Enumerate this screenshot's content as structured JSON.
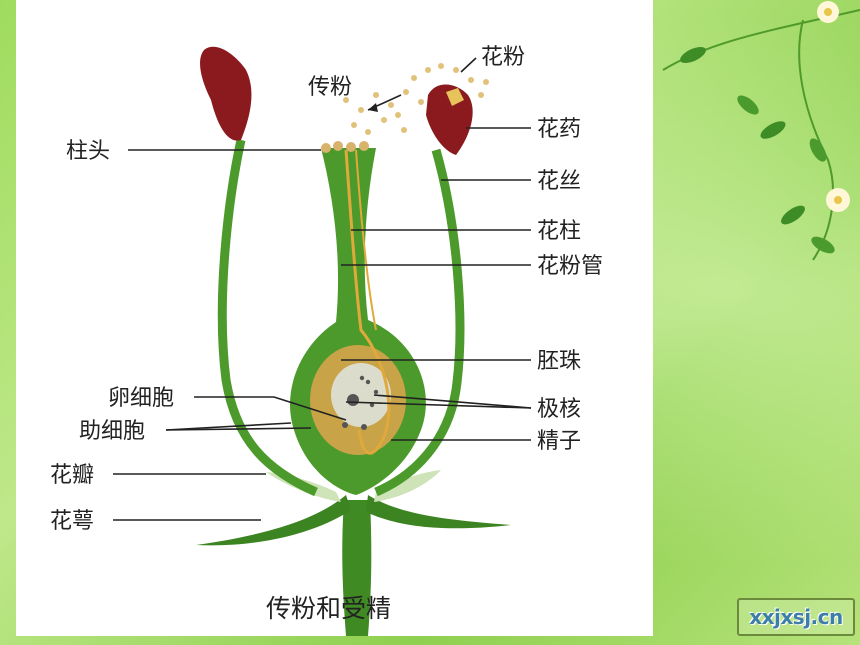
{
  "labels": {
    "zhutou": "柱头",
    "chuanfen": "传粉",
    "huafen": "花粉",
    "huayao": "花药",
    "huasi": "花丝",
    "huazhu": "花柱",
    "huafenguan": "花粉管",
    "peizhu": "胚珠",
    "luanxibao": "卵细胞",
    "zhuxibao": "助细胞",
    "jihe": "极核",
    "jingzi": "精子",
    "huaban": "花瓣",
    "huae": "花萼"
  },
  "caption": "传粉和受精",
  "watermark": "xxjxsj.cn",
  "colors": {
    "background_green": "#9fdc5e",
    "plant_green": "#3f8a23",
    "anther_red": "#8b1a1f",
    "ovule_gold": "#c9a347",
    "pollen": "#e0c27a"
  }
}
